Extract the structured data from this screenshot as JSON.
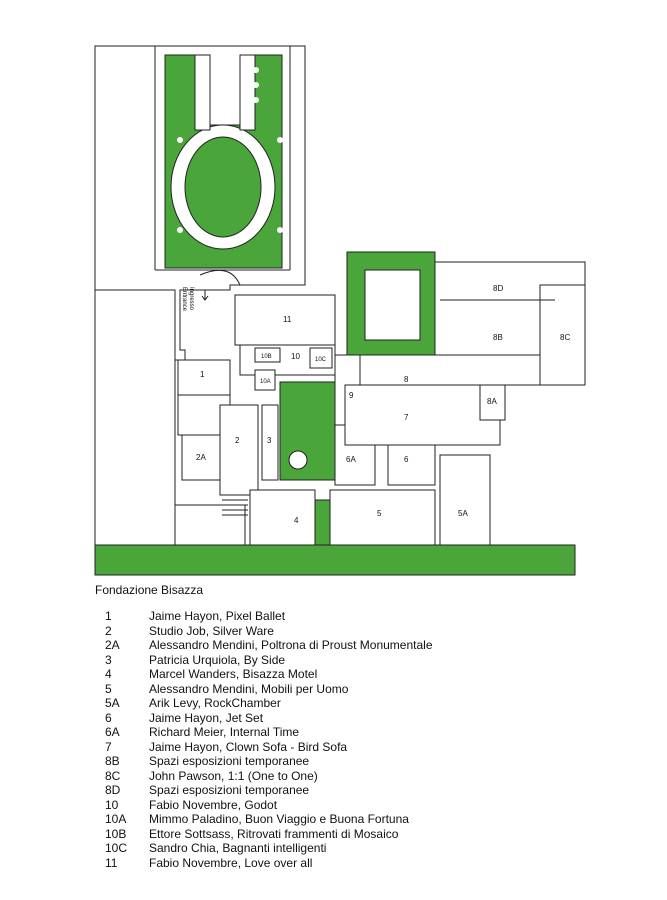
{
  "map": {
    "entrance_it": "Ingresso",
    "entrance_en": "Entrance",
    "room_labels": {
      "r1": "1",
      "r2": "2",
      "r2a": "2A",
      "r3": "3",
      "r4": "4",
      "r5": "5",
      "r5a": "5A",
      "r6": "6",
      "r6a": "6A",
      "r7": "7",
      "r8": "8",
      "r8a": "8A",
      "r8b": "8B",
      "r8c": "8C",
      "r8d": "8D",
      "r9": "9",
      "r10": "10",
      "r10a": "10A",
      "r10b": "10B",
      "r10c": "10C",
      "r11": "11"
    },
    "colors": {
      "garden": "#4aa53a",
      "walls": "#222222"
    }
  },
  "legend": {
    "title": "Fondazione Bisazza",
    "items": [
      {
        "num": "1",
        "text": "Jaime Hayon, Pixel Ballet"
      },
      {
        "num": "2",
        "text": "Studio Job, Silver Ware"
      },
      {
        "num": "2A",
        "text": "Alessandro Mendini, Poltrona di Proust Monumentale"
      },
      {
        "num": "3",
        "text": "Patricia Urquiola, By Side"
      },
      {
        "num": "4",
        "text": "Marcel Wanders, Bisazza Motel"
      },
      {
        "num": "5",
        "text": "Alessandro Mendini, Mobili per Uomo"
      },
      {
        "num": "5A",
        "text": "Arik Levy, RockChamber"
      },
      {
        "num": "6",
        "text": "Jaime Hayon, Jet Set"
      },
      {
        "num": "6A",
        "text": "Richard Meier, Internal Time"
      },
      {
        "num": "7",
        "text": "Jaime Hayon, Clown Sofa - Bird Sofa"
      },
      {
        "num": "8B",
        "text": "Spazi esposizioni temporanee"
      },
      {
        "num": "8C",
        "text": "John Pawson, 1:1 (One to One)"
      },
      {
        "num": "8D",
        "text": "Spazi esposizioni temporanee"
      },
      {
        "num": "10",
        "text": "Fabio Novembre, Godot"
      },
      {
        "num": "10A",
        "text": "Mimmo Paladino, Buon Viaggio e Buona Fortuna"
      },
      {
        "num": "10B",
        "text": "Ettore Sottsass, Ritrovati frammenti di Mosaico"
      },
      {
        "num": "10C",
        "text": "Sandro Chia, Bagnanti intelligenti"
      },
      {
        "num": "11",
        "text": "Fabio Novembre, Love over all"
      }
    ]
  }
}
